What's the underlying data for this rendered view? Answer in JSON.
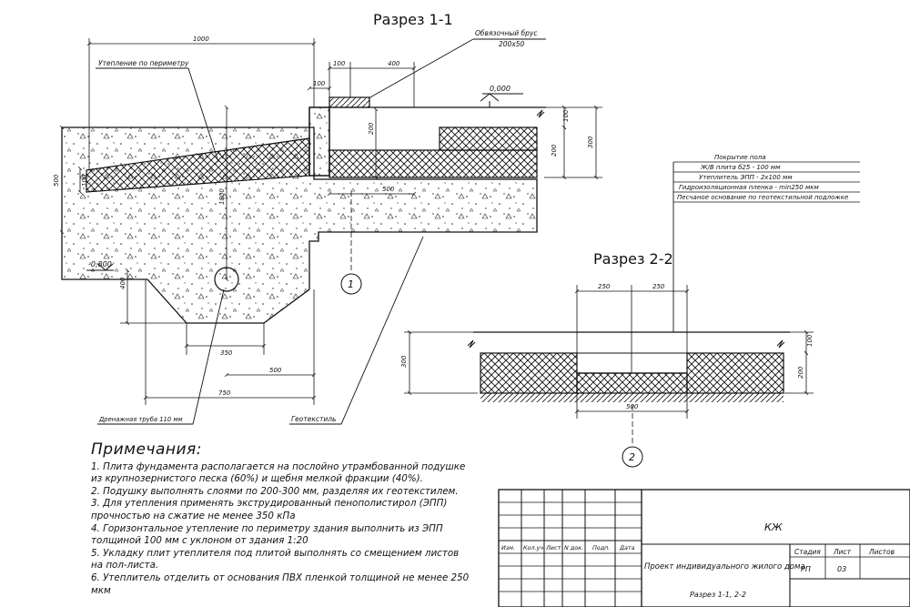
{
  "sections": {
    "s1_title": "Разрез 1-1",
    "s2_title": "Разрез 2-2"
  },
  "labels": {
    "beam": "Обвязочный брус",
    "beam_size": "200x50",
    "perimeter_insulation": "Утепление по периметру",
    "drain_pipe": "Дренажная труба 110 мм",
    "geotextile": "Геотекстиль",
    "level_top": "0,000",
    "level_bottom": "-0,800",
    "marker1": "1",
    "marker2": "2"
  },
  "layers": [
    "Покрытие пола",
    "Ж/В плита б25 - 100 мм",
    "Утеплитель ЭПП - 2х100 мм",
    "Гидроизоляционная пленка - min250 мкм",
    "Песчаное основание по геотекстильной подложке"
  ],
  "dims1": {
    "d1000": "1000",
    "d100a": "100",
    "d400": "400",
    "d100b": "100",
    "d100r": "100",
    "d200r": "200",
    "d300r": "300",
    "d200m": "200",
    "d500": "500",
    "d500l": "500",
    "d100l": "100",
    "d1800": "1800",
    "d400l": "400",
    "d350": "350",
    "d500b": "500",
    "d750": "750"
  },
  "dims2": {
    "d250a": "250",
    "d250b": "250",
    "d100": "100",
    "d200": "200",
    "d300": "300",
    "d500": "500"
  },
  "notes": {
    "title": "Примечания:",
    "items": [
      "1. Плита фундамента располагается на послойно утрамбованной подушке из крупнозернистого песка (60%) и щебня мелкой фракции (40%).",
      "2. Подушку выполнять слоями по 200-300 мм, разделяя их геотекстилем.",
      "3. Для утепления применять экструдированный пенополистирол (ЭПП) прочностью на сжатие не менее 350 кПа",
      "4. Горизонтальное утепление по периметру здания выполнить из ЭПП толщиной 100 мм с уклоном от здания 1:20",
      "5. Укладку плит утеплителя под плитой выполнять со смещением листов на пол-листа.",
      "6. Утеплитель отделить от основания ПВХ пленкой толщиной не менее 250 мкм"
    ]
  },
  "stamp": {
    "headers": [
      "Изм.",
      "Кол.уч",
      "Лист",
      "N док.",
      "Подп.",
      "Дата"
    ],
    "code": "КЖ",
    "project": "Проект индивидуального жилого дома",
    "sheet_title": "Разрез 1-1, 2-2",
    "stage_label": "Стадия",
    "sheet_label": "Лист",
    "sheets_label": "Листов",
    "stage": "РП",
    "sheet": "03",
    "sheets": ""
  }
}
